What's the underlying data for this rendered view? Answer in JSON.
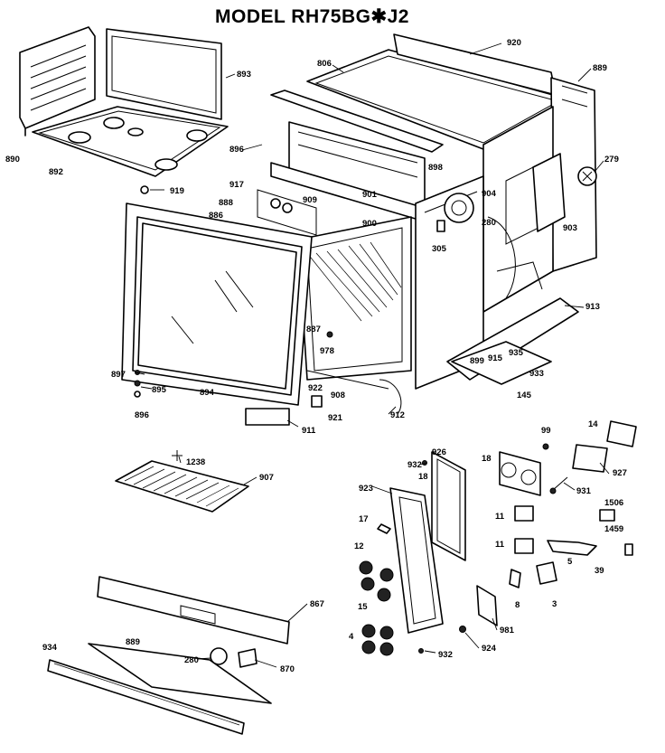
{
  "title": "MODEL RH75BG✱J2",
  "labels": {
    "l920": "920",
    "l889a": "889",
    "l806": "806",
    "l893": "893",
    "l890": "890",
    "l892": "892",
    "l896a": "896",
    "l898": "898",
    "l279": "279",
    "l917": "917",
    "l919": "919",
    "l888": "888",
    "l909": "909",
    "l886": "886",
    "l901": "901",
    "l904": "904",
    "l900": "900",
    "l280a": "280",
    "l305": "305",
    "l903": "903",
    "l913": "913",
    "l887": "887",
    "l978": "978",
    "l899": "899",
    "l915": "915",
    "l935": "935",
    "l897": "897",
    "l895": "895",
    "l894": "894",
    "l922": "922",
    "l908": "908",
    "l933": "933",
    "l145": "145",
    "l896b": "896",
    "l921": "921",
    "l912": "912",
    "l911": "911",
    "l99": "99",
    "l14a": "14",
    "l932a": "932",
    "l926": "926",
    "l18a": "18",
    "l18b": "18",
    "l927": "927",
    "l1238": "1238",
    "l907": "907",
    "l923": "923",
    "l931": "931",
    "l1506": "1506",
    "l17": "17",
    "l11a": "11",
    "l11b": "11",
    "l12": "12",
    "l1459": "1459",
    "l5": "5",
    "l39": "39",
    "l15": "15",
    "l8": "8",
    "l3": "3",
    "l867": "867",
    "l4": "4",
    "l981": "981",
    "l934": "934",
    "l889b": "889",
    "l280b": "280",
    "l870": "870",
    "l924": "924",
    "l932b": "932"
  }
}
